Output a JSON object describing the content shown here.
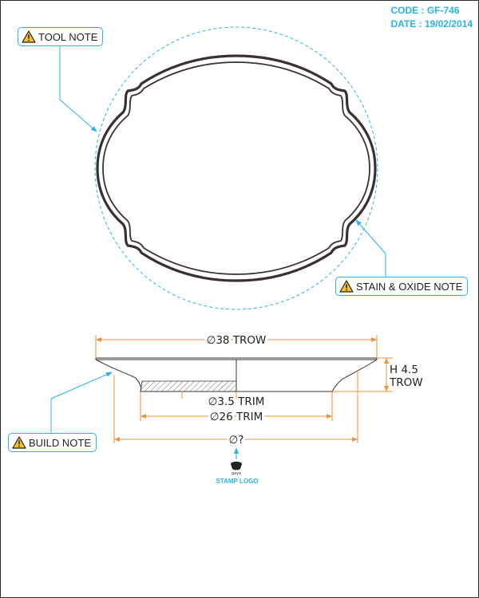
{
  "header": {
    "code_label": "CODE :",
    "code_value": "GF-746",
    "date_label": "DATE :",
    "date_value": "19/02/2014"
  },
  "notes": {
    "tool": "TOOL NOTE",
    "stain": "STAIN & OXIDE NOTE",
    "build": "BUILD NOTE"
  },
  "dimensions": {
    "top_diameter": "∅38 TROW",
    "height_line1": "H 4.5",
    "height_line2": "TROW",
    "trim_thickness": "∅3.5 TRIM",
    "trim_diameter": "∅26 TRIM",
    "base_diameter": "∅?"
  },
  "stamp": {
    "logo_text": "gaya",
    "label": "STAMP LOGO"
  },
  "colors": {
    "accent": "#29b3e6",
    "dimension": "#f0913a",
    "outline": "#3a3030",
    "hatch": "#6f6f6f"
  },
  "icons": {
    "note_icon": "warning-triangle-icon",
    "stamp_icon": "stamp-logo-icon"
  }
}
